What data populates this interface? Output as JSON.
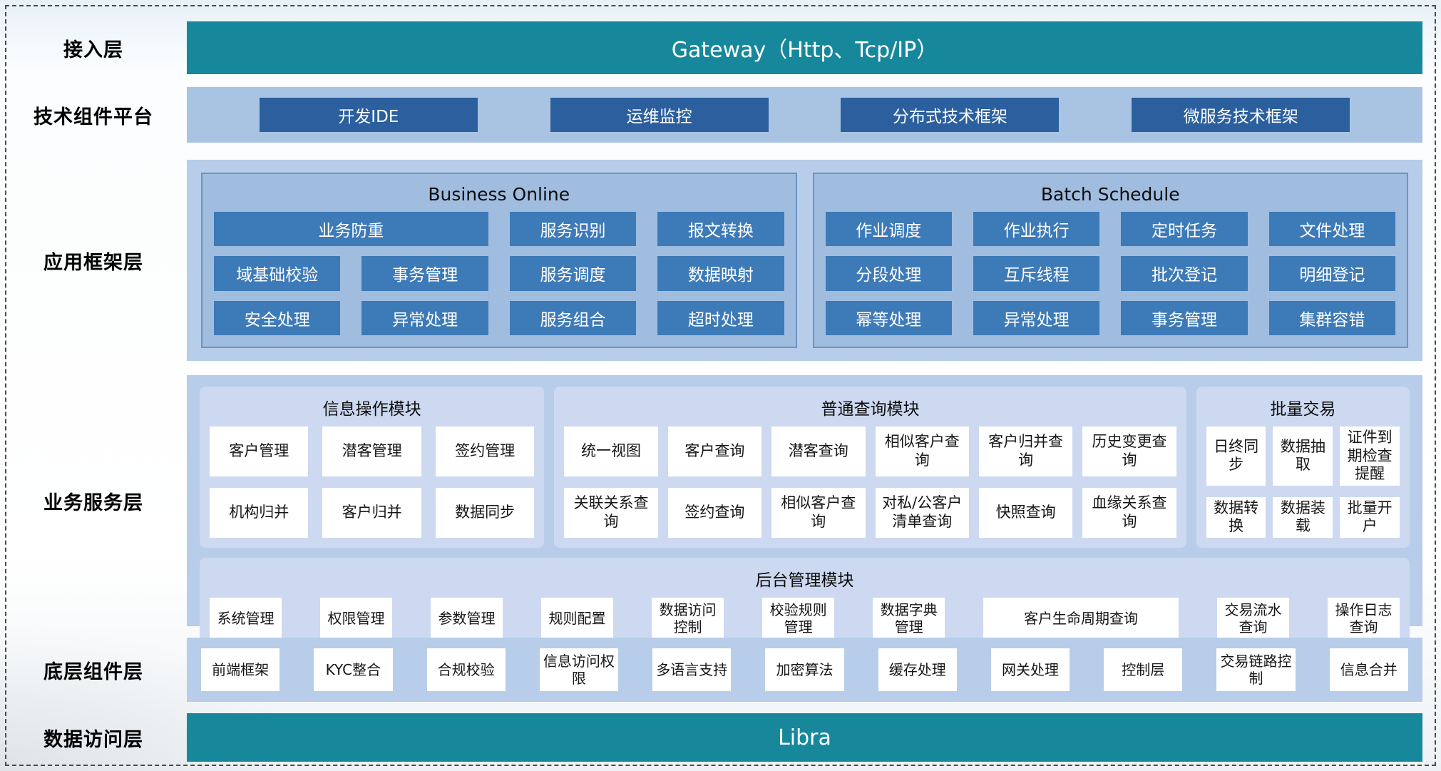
{
  "colors": {
    "teal": "#17889c",
    "container_blue": "#b7cde9",
    "tech_bar_blue": "#a9c4e2",
    "dark_button_blue": "#2b5f9e",
    "mid_button_blue": "#3d7ab8",
    "group_box_blue": "#a0bddf",
    "panel_lavender": "#cdd9f0",
    "cell_white": "#ffffff"
  },
  "layers": {
    "access": {
      "label": "接入层",
      "bar": "Gateway（Http、Tcp/IP）"
    },
    "tech": {
      "label": "技术组件平台",
      "buttons": [
        "开发IDE",
        "运维监控",
        "分布式技术框架",
        "微服务技术框架"
      ]
    },
    "appframe": {
      "label": "应用框架层",
      "business_online": {
        "title": "Business Online",
        "cells": [
          "业务防重",
          "服务识别",
          "报文转换",
          "域基础校验",
          "事务管理",
          "服务调度",
          "数据映射",
          "安全处理",
          "异常处理",
          "服务组合",
          "超时处理"
        ]
      },
      "batch_schedule": {
        "title": "Batch Schedule",
        "cells": [
          "作业调度",
          "作业执行",
          "定时任务",
          "文件处理",
          "分段处理",
          "互斥线程",
          "批次登记",
          "明细登记",
          "幂等处理",
          "异常处理",
          "事务管理",
          "集群容错"
        ]
      }
    },
    "services": {
      "label": "业务服务层",
      "info_ops": {
        "title": "信息操作模块",
        "cells": [
          "客户管理",
          "潜客管理",
          "签约管理",
          "机构归并",
          "客户归并",
          "数据同步"
        ]
      },
      "common_query": {
        "title": "普通查询模块",
        "cells": [
          "统一视图",
          "客户查询",
          "潜客查询",
          "相似客户查询",
          "客户归并查询",
          "历史变更查询",
          "关联关系查询",
          "签约查询",
          "相似客户查询",
          "对私/公客户清单查询",
          "快照查询",
          "血缘关系查询"
        ]
      },
      "batch_trade": {
        "title": "批量交易",
        "cells": [
          "日终同步",
          "数据抽取",
          "证件到期检查提醒",
          "数据转换",
          "数据装载",
          "批量开户"
        ]
      },
      "backend": {
        "title": "后台管理模块",
        "cells": [
          "系统管理",
          "权限管理",
          "参数管理",
          "规则配置",
          "数据访问控制",
          "校验规则管理",
          "数据字典管理",
          "客户生命周期查询",
          "交易流水查询",
          "操作日志查询"
        ]
      }
    },
    "base": {
      "label": "底层组件层",
      "cells": [
        "前端框架",
        "KYC整合",
        "合规校验",
        "信息访问权限",
        "多语言支持",
        "加密算法",
        "缓存处理",
        "网关处理",
        "控制层",
        "交易链路控制",
        "信息合并"
      ]
    },
    "data_access": {
      "label": "数据访问层",
      "bar": "Libra"
    }
  }
}
